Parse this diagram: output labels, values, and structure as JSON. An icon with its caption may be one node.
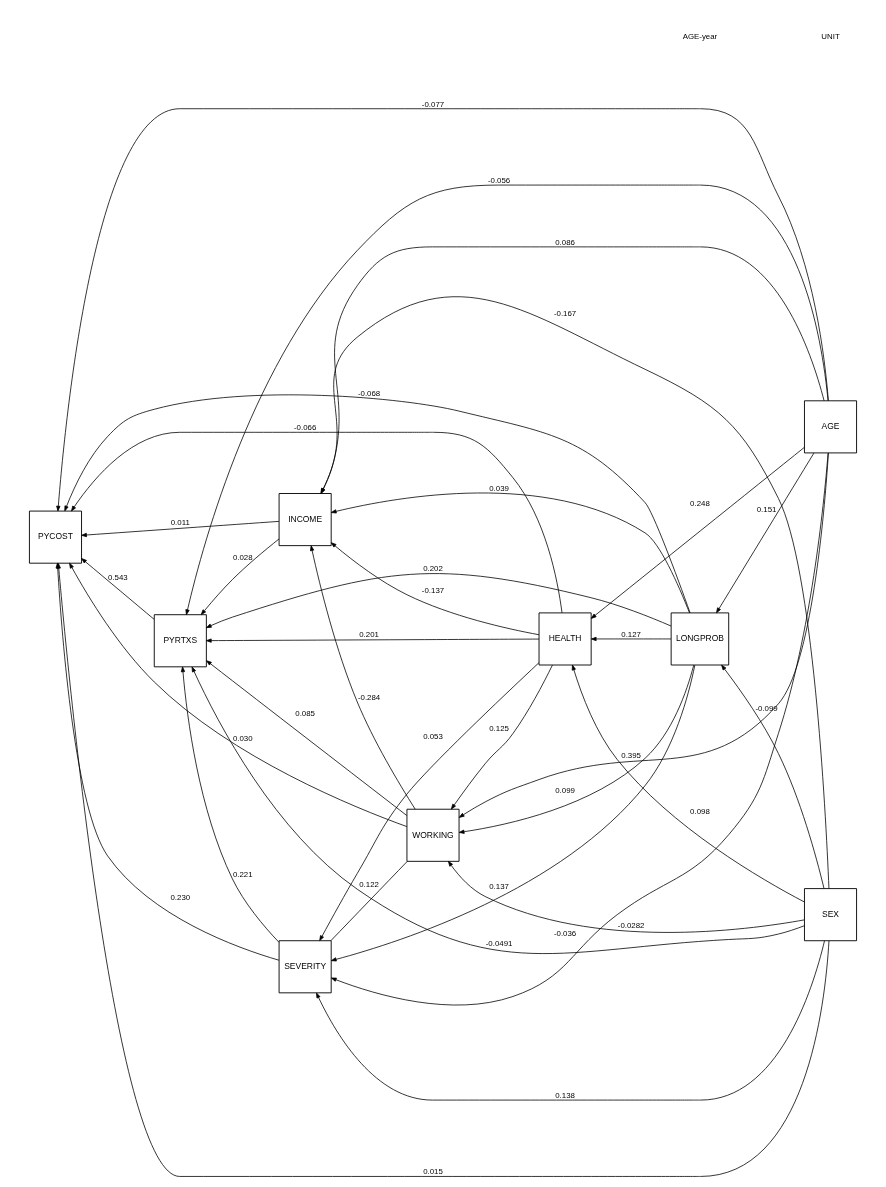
{
  "diagram": {
    "nodes": [
      {
        "text": [
          "WORKING"
        ]
      },
      {
        "text": [
          "INCOME"
        ]
      },
      {
        "text": [
          "PYCOST"
        ]
      },
      {
        "text": [
          "SEVERITY"
        ]
      },
      {
        "text": [
          "LONGPROB"
        ]
      },
      {
        "text": [
          "PYRTXS"
        ]
      },
      {
        "text": [
          "AGE"
        ]
      },
      {
        "text": [
          "HEALTH"
        ]
      },
      {
        "text": [
          "SEX"
        ]
      }
    ],
    "edges": [
      {
        "from": 0,
        "to": 2,
        "arrow": "to",
        "label": "0.030"
      },
      {
        "from": 0,
        "to": 3,
        "arrow": "none",
        "label": "0.122"
      },
      {
        "from": 0,
        "to": 5,
        "arrow": "to",
        "label": "0.085"
      },
      {
        "from": 0,
        "to": 1,
        "arrow": "to",
        "label": "-0.284"
      },
      {
        "from": 1,
        "to": 2,
        "arrow": "to",
        "label": "0.011"
      },
      {
        "from": 1,
        "to": 5,
        "arrow": "to",
        "label": "0.028"
      },
      {
        "from": 4,
        "to": 3,
        "arrow": "to",
        "label": "0.137"
      },
      {
        "from": 3,
        "to": 2,
        "arrow": "to",
        "label": "0.230"
      },
      {
        "from": 6,
        "to": 3,
        "arrow": "to",
        "label": "-0.036"
      },
      {
        "from": 4,
        "to": 2,
        "arrow": "to",
        "label": "-0.068"
      },
      {
        "from": 6,
        "to": 2,
        "arrow": "to",
        "label": "-0.077"
      },
      {
        "from": 3,
        "to": 5,
        "arrow": "to",
        "label": "0.221"
      },
      {
        "from": 4,
        "to": 5,
        "arrow": "to",
        "label": "0.202"
      },
      {
        "from": 5,
        "to": 2,
        "arrow": "to",
        "label": "0.543"
      },
      {
        "from": 7,
        "to": 3,
        "arrow": "to",
        "label": "0.053"
      },
      {
        "from": 6,
        "to": 5,
        "arrow": "to",
        "label": "-0.056"
      },
      {
        "from": 7,
        "to": 1,
        "arrow": "to",
        "label": "-0.137"
      },
      {
        "from": 4,
        "to": 7,
        "arrow": "to",
        "label": "0.127"
      },
      {
        "from": 7,
        "to": 2,
        "arrow": "to",
        "label": "-0.066"
      },
      {
        "from": 7,
        "to": 5,
        "arrow": "to",
        "label": "0.201"
      },
      {
        "from": 6,
        "to": 7,
        "arrow": "to",
        "label": "0.248"
      },
      {
        "from": 6,
        "to": 4,
        "arrow": "to",
        "label": "0.151"
      },
      {
        "from": 6,
        "to": 1,
        "arrow": "to",
        "label": "0.086"
      },
      {
        "from": 4,
        "to": 1,
        "arrow": "to",
        "label": "0.039"
      },
      {
        "from": 4,
        "to": 0,
        "arrow": "to",
        "label": "0.099"
      },
      {
        "from": 7,
        "to": 0,
        "arrow": "to",
        "label": "0.125"
      },
      {
        "from": 6,
        "to": 0,
        "arrow": "to",
        "label": "0.395"
      },
      {
        "from": 8,
        "to": 2,
        "arrow": "to",
        "label": "0.015"
      },
      {
        "from": 8,
        "to": 5,
        "arrow": "to",
        "label": "-0.0491"
      },
      {
        "from": 8,
        "to": 3,
        "arrow": "to",
        "label": "0.138"
      },
      {
        "from": 8,
        "to": 7,
        "arrow": "to",
        "label": "0.098"
      },
      {
        "from": 8,
        "to": 1,
        "arrow": "to",
        "label": "-0.167"
      },
      {
        "from": 8,
        "to": 4,
        "arrow": "to",
        "label": "-0.099"
      },
      {
        "from": 8,
        "to": 0,
        "arrow": "to",
        "label": "-0.0282"
      }
    ],
    "labels": [
      "UNIT",
      "AGE-year"
    ]
  }
}
